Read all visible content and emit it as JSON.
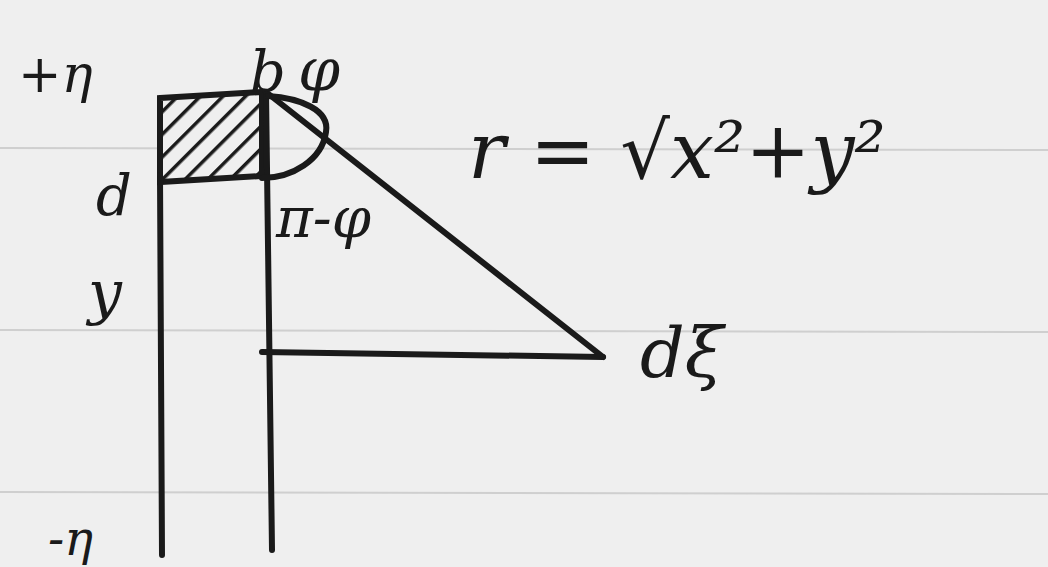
{
  "diagram": {
    "labels": [
      "+η",
      "b",
      "φ",
      "r = √x²+y²",
      "π-φ",
      "d",
      "y",
      "dξ",
      "-η"
    ]
  }
}
